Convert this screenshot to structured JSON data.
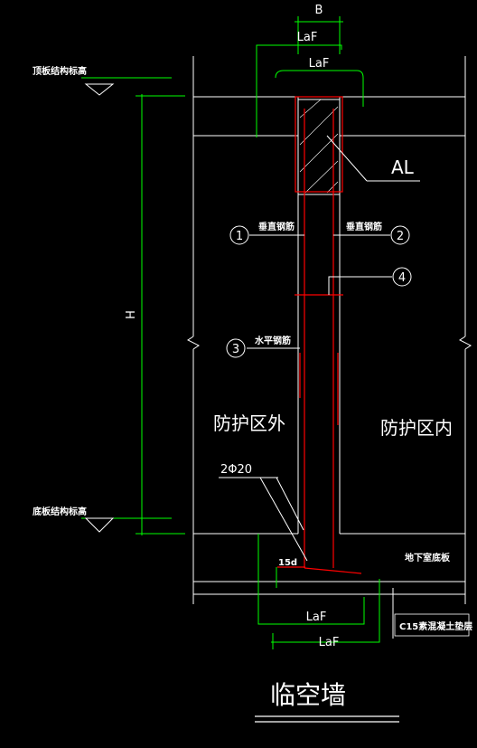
{
  "labels": {
    "B": "B",
    "laf_top1": "LaF",
    "laf_top2": "LaF",
    "laf_bot1": "LaF",
    "laf_bot2": "LaF",
    "AL": "AL",
    "H": "H",
    "top_level": "顶板结构标高",
    "bottom_level": "底板结构标高",
    "vertical_bar_left": "垂直钢筋",
    "vertical_bar_right": "垂直钢筋",
    "horizontal_bar": "水平钢筋",
    "outside_zone": "防护区外",
    "inside_zone": "防护区内",
    "rebar_spec": "2Φ20",
    "anchor_15d": "15d",
    "basement_slab": "地下室底板",
    "cushion": "C15素混凝土垫层",
    "title": "临空墙",
    "markers": [
      "1",
      "2",
      "3",
      "4"
    ]
  },
  "colors": {
    "line_white": "#ffffff",
    "line_green": "#00ff00",
    "line_red": "#ff0000"
  }
}
